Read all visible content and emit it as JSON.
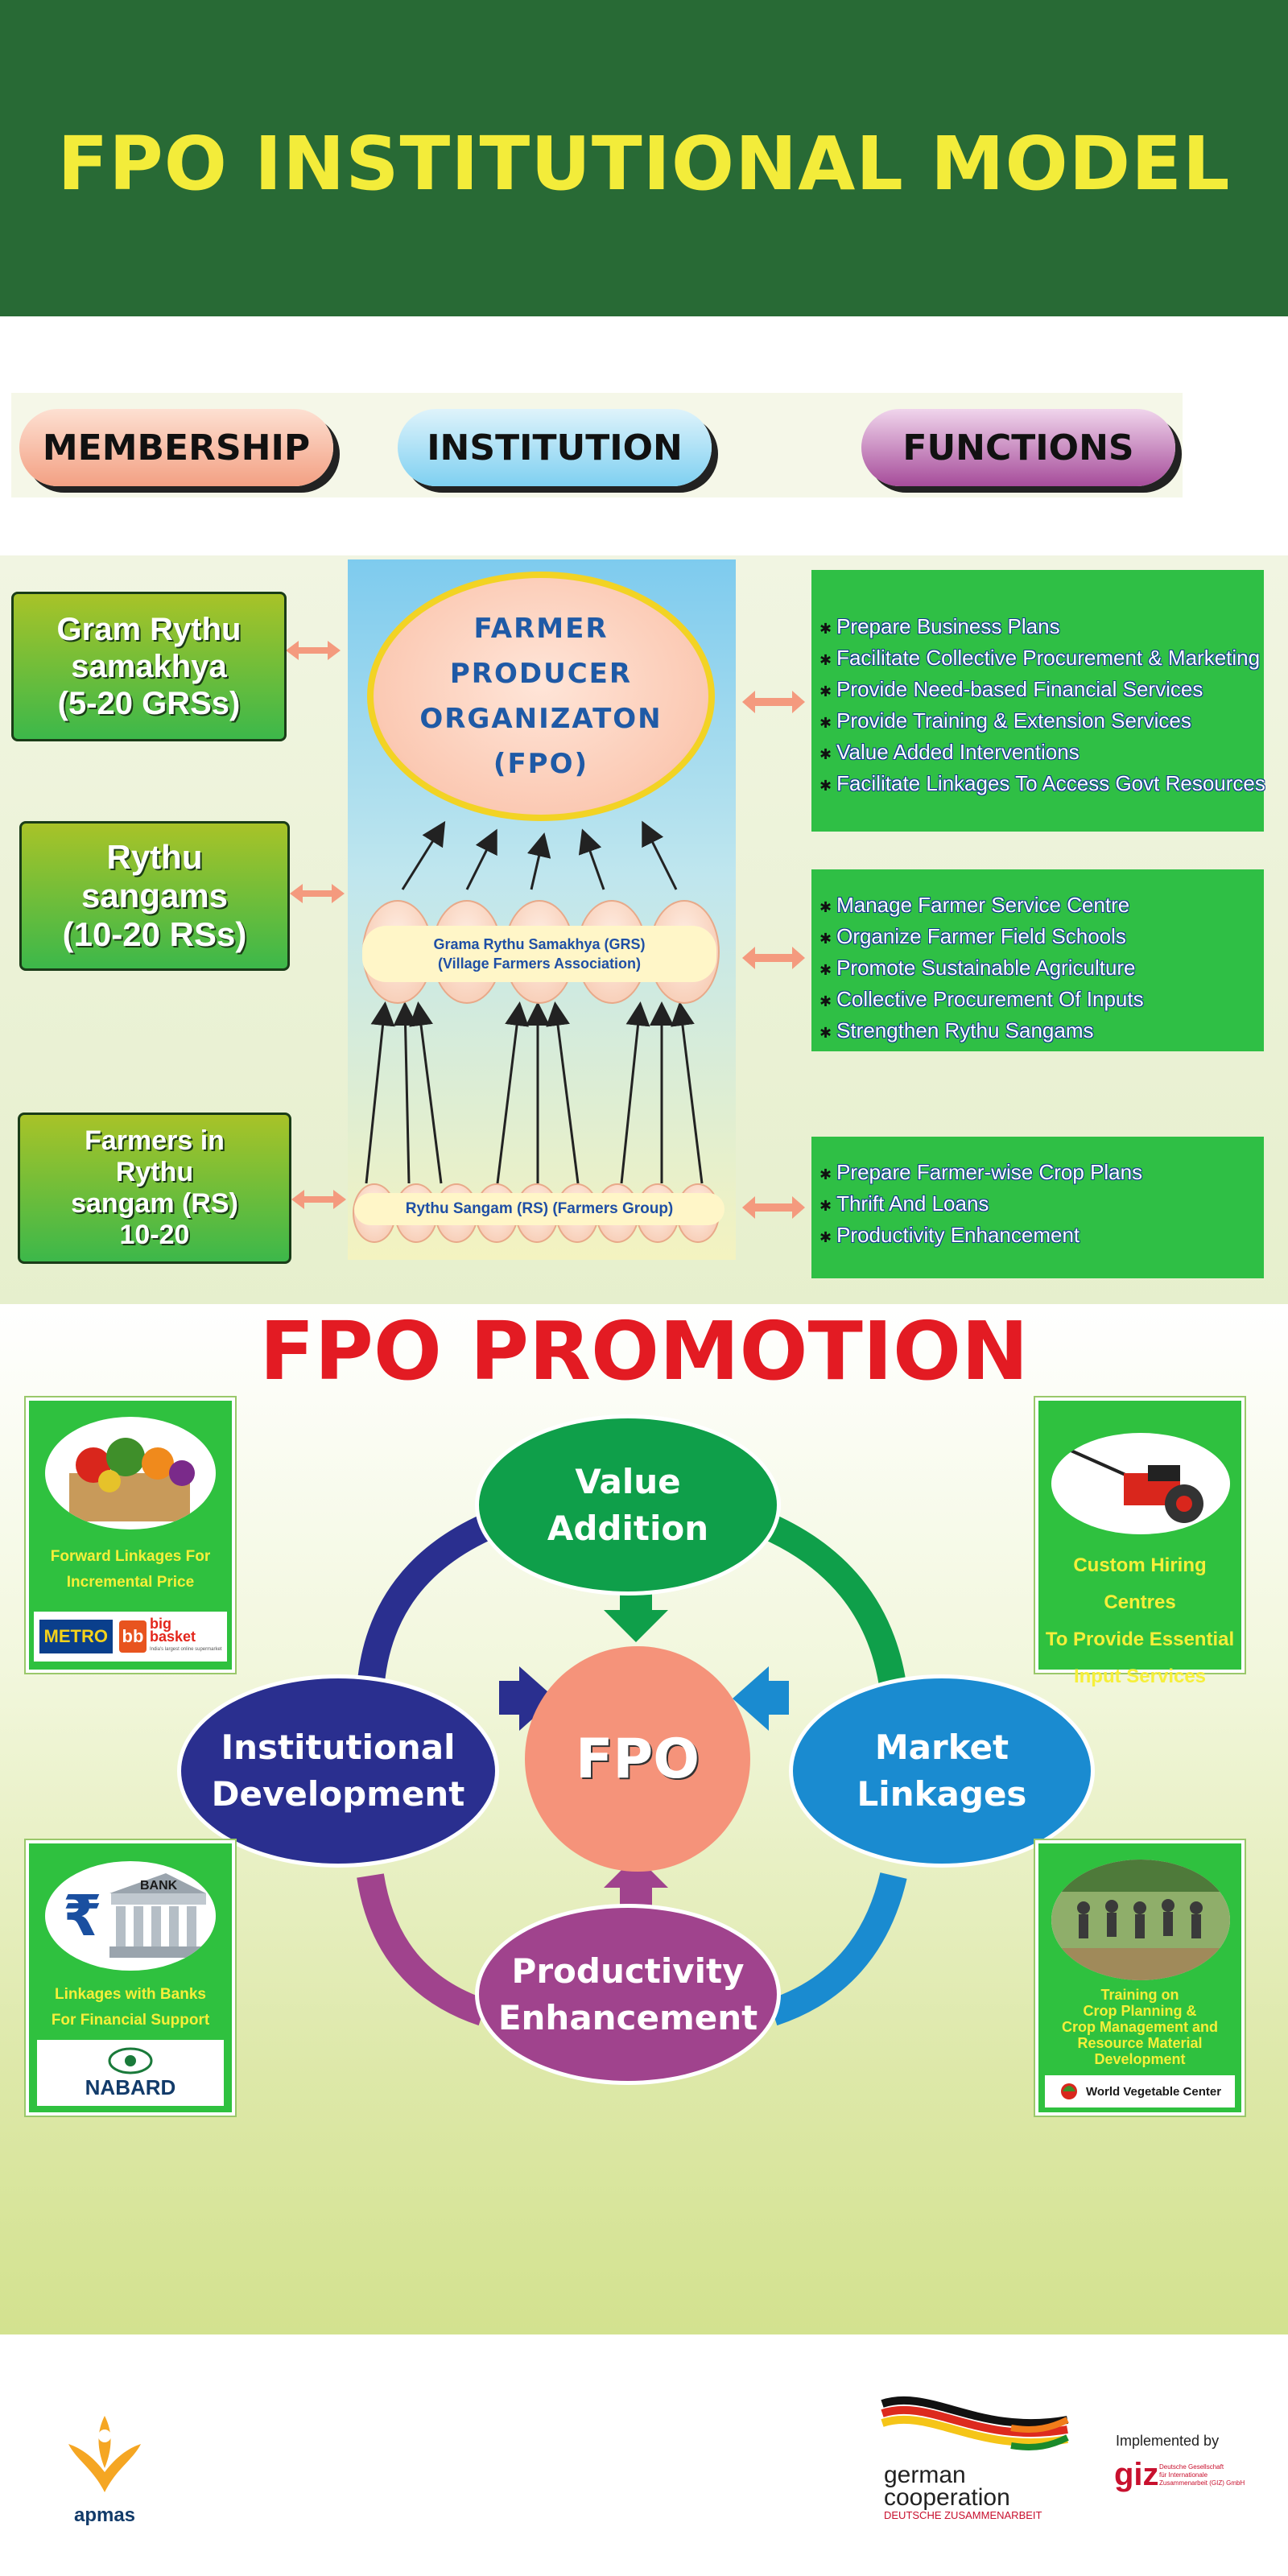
{
  "title": "FPO INSTITUTIONAL MODEL",
  "columns": {
    "membership": "MEMBERSHIP",
    "institution": "INSTITUTION",
    "functions": "FUNCTIONS"
  },
  "levels": [
    {
      "membership": "Gram Rythu\nsamakhya\n(5-20 GRSs)",
      "institution": "FARMER\nPRODUCER\nORGANIZATON\n(FPO)",
      "functions": [
        "Prepare Business Plans",
        "Facilitate Collective Procurement & Marketing",
        "Provide Need-based Financial Services",
        "Provide Training & Extension Services",
        "Value Added Interventions",
        "Facilitate Linkages To Access Govt Resources"
      ]
    },
    {
      "membership": "Rythu\nsangams\n(10-20 RSs)",
      "institution_line1": "Grama Rythu Samakhya (GRS)",
      "institution_line2": "(Village Farmers Association)",
      "functions": [
        "Manage Farmer Service Centre",
        "Organize Farmer Field Schools",
        "Promote Sustainable Agriculture",
        "Collective Procurement Of Inputs",
        "Strengthen Rythu Sangams"
      ]
    },
    {
      "membership": "Farmers in\nRythu\nsangam (RS)\n10-20",
      "institution": "Rythu Sangam (RS) (Farmers Group)",
      "functions": [
        "Prepare Farmer-wise Crop Plans",
        "Thrift And Loans",
        "Productivity Enhancement"
      ]
    }
  ],
  "promotion": {
    "title": "FPO PROMOTION",
    "center": "FPO",
    "nodes": {
      "value_addition": "Value\nAddition",
      "institutional_development": "Institutional\nDevelopment",
      "market_linkages": "Market\nLinkages",
      "productivity_enhancement": "Productivity\nEnhancement"
    },
    "cards": {
      "forward_linkages": {
        "caption": "Forward Linkages For\nIncremental Price",
        "logo1": "METRO",
        "logo2_main": "big",
        "logo2_sub": "basket",
        "logo2_tag": "India's largest online supermarket"
      },
      "custom_hiring": {
        "caption": "Custom Hiring Centres\nTo Provide Essential\nInput Services"
      },
      "banks": {
        "caption": "Linkages with Banks\nFor Financial Support",
        "oval_text": "BANK",
        "logo": "NABARD"
      },
      "training": {
        "caption": "Training on\nCrop Planning &\nCrop Management and\nResource Material\nDevelopment",
        "logo": "World Vegetable Center"
      }
    }
  },
  "footer": {
    "apmas": "apmas",
    "german_cooperation": "german\ncooperation",
    "deutsche": "DEUTSCHE ZUSAMMENARBEIT",
    "implemented_by": "Implemented by",
    "giz": "giz",
    "giz_sub": "Deutsche Gesellschaft\nfür Internationale\nZusammenarbeit (GIZ) GmbH"
  },
  "colors": {
    "header_bg": "#286a35",
    "title": "#f3ec3a",
    "promo_title": "#e31b23",
    "function_box": "#2fbf45",
    "fpo_center": "#f5937a"
  }
}
